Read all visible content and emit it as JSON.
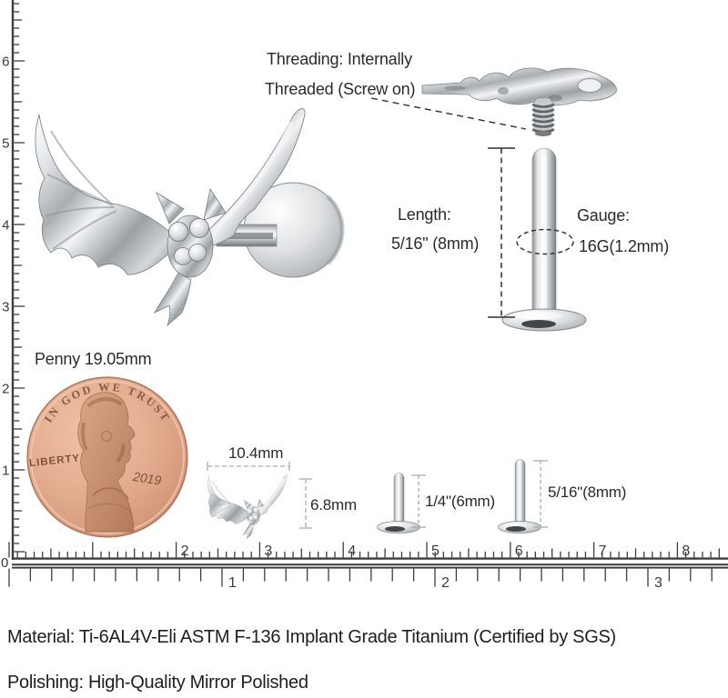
{
  "annotations": {
    "threading_line1": "Threading: Internally",
    "threading_line2": "Threaded (Screw on)",
    "length_label": "Length:",
    "length_value": "5/16\" (8mm)",
    "gauge_label": "Gauge:",
    "gauge_value": "16G(1.2mm)",
    "penny_label": "Penny 19.05mm",
    "small_bat_width": "10.4mm",
    "small_bat_height": "6.8mm",
    "small_bar_length": "1/4\"(6mm)",
    "large_bar_length": "5/16\"(8mm)"
  },
  "penny": {
    "motto": "IN GOD WE TRUST",
    "liberty": "LIBERTY",
    "year": "2019"
  },
  "rulers": {
    "origin_label": "0",
    "cm_numbers": [
      "2",
      "3",
      "4",
      "5",
      "6",
      "7",
      "8"
    ],
    "inch_numbers": [
      "1",
      "2",
      "3"
    ],
    "vertical_cm_numbers": [
      "1",
      "2",
      "3",
      "4",
      "5",
      "6"
    ]
  },
  "footer": {
    "material": "Material: Ti-6AL4V-Eli ASTM F-136 Implant Grade Titanium (Certified by SGS)",
    "polishing": "Polishing: High-Quality Mirror Polished"
  },
  "colors": {
    "metal_light": "#f4f5f6",
    "metal_dark": "#7c8286",
    "copper": "#d89a7c",
    "ink": "#2b2b2b",
    "ruler": "#3d3d3d"
  }
}
